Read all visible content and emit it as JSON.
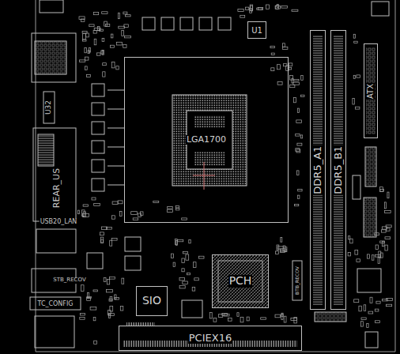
{
  "diagram": {
    "nodes": [
      {
        "text": [
          "U1"
        ]
      },
      {
        "text": [
          "LGA1700"
        ]
      },
      {
        "text": [
          "ATX"
        ]
      },
      {
        "text": [
          "DDR5_A1"
        ]
      },
      {
        "text": [
          "DDR5_B1"
        ]
      },
      {
        "text": [
          "PCH"
        ]
      },
      {
        "text": [
          "SIO"
        ]
      },
      {
        "text": [
          "PCIEX16"
        ]
      }
    ],
    "labels": [
      "U32",
      "REAR_US",
      "USB20_LAN",
      "STB_RECOV",
      "TC_CONFIG",
      "BTB_RECOV"
    ]
  }
}
